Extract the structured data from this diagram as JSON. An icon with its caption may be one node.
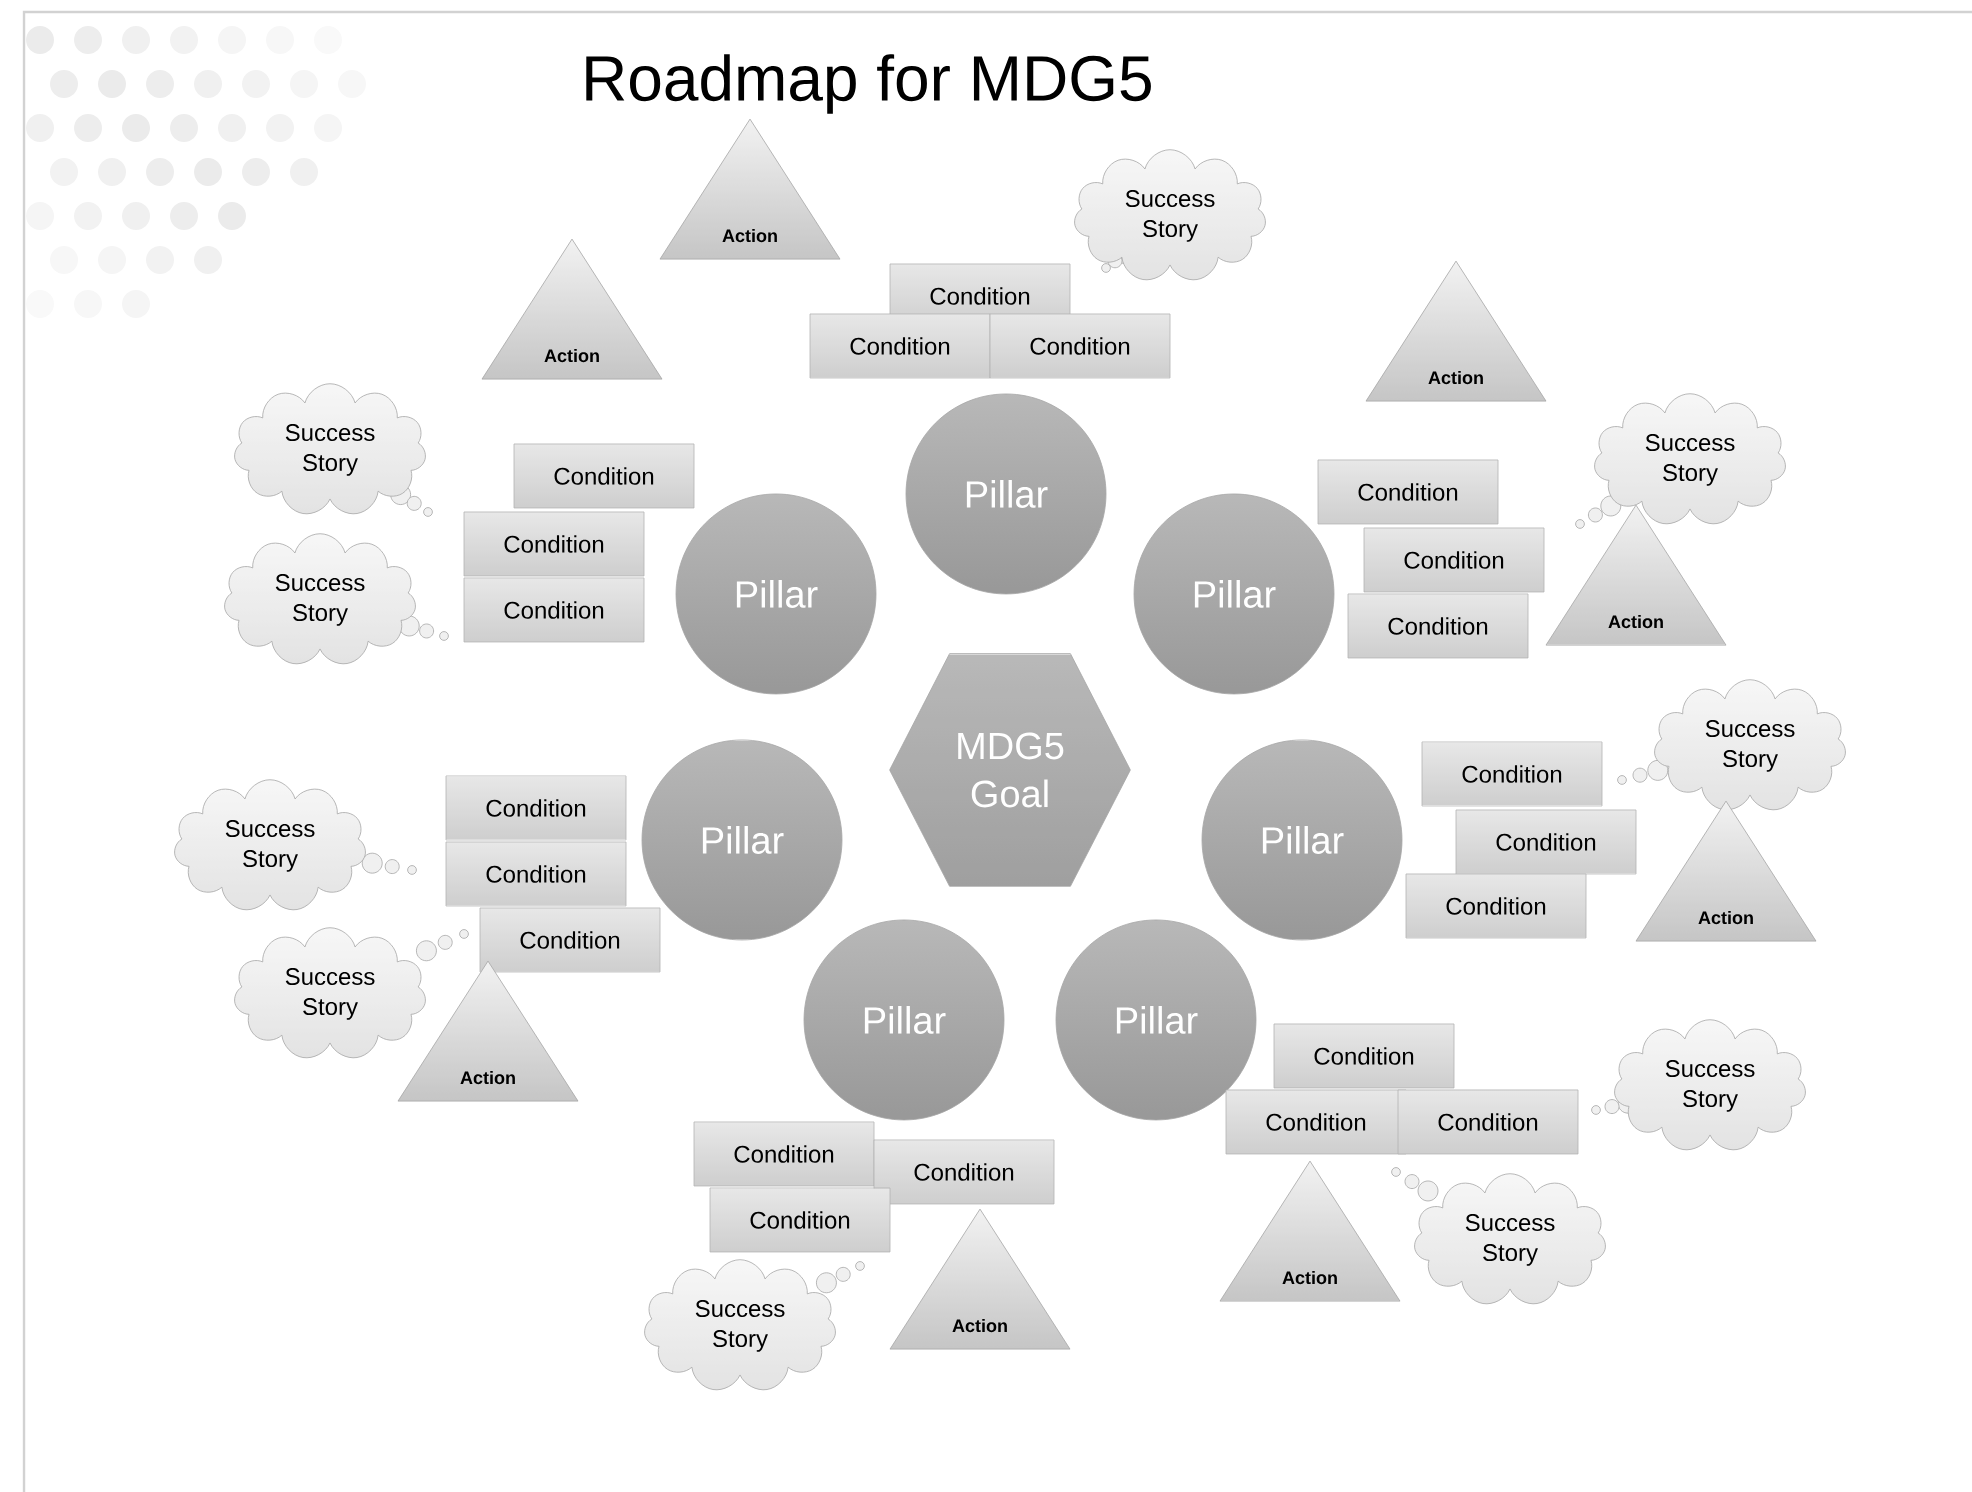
{
  "diagram": {
    "title": "Roadmap for MDG5",
    "nodes": [
      {
        "text": [
          "Action"
        ]
      },
      {
        "text": [
          "Success Story"
        ]
      },
      {
        "text": [
          "Condition"
        ]
      },
      {
        "text": [
          "Condition"
        ]
      },
      {
        "text": [
          "Condition"
        ]
      },
      {
        "text": [
          "Action"
        ]
      },
      {
        "text": [
          "Action"
        ]
      },
      {
        "text": [
          "Pillar"
        ]
      },
      {
        "text": [
          "Success Story"
        ]
      },
      {
        "text": [
          "Condition"
        ]
      },
      {
        "text": [
          "Success Story"
        ]
      },
      {
        "text": [
          "Condition"
        ]
      },
      {
        "text": [
          "Condition"
        ]
      },
      {
        "text": [
          "Condition"
        ]
      },
      {
        "text": [
          "Pillar"
        ]
      },
      {
        "text": [
          "Pillar"
        ]
      },
      {
        "text": [
          "Success Story"
        ]
      },
      {
        "text": [
          "Condition"
        ]
      },
      {
        "text": [
          "Action"
        ]
      },
      {
        "text": [
          "Condition"
        ]
      },
      {
        "text": [
          "MDG5 Goal"
        ]
      },
      {
        "text": [
          "Success Story"
        ]
      },
      {
        "text": [
          "Condition"
        ]
      },
      {
        "text": [
          "Condition"
        ]
      },
      {
        "text": [
          "Pillar"
        ]
      },
      {
        "text": [
          "Pillar"
        ]
      },
      {
        "text": [
          "Success Story"
        ]
      },
      {
        "text": [
          "Condition"
        ]
      },
      {
        "text": [
          "Condition"
        ]
      },
      {
        "text": [
          "Condition"
        ]
      },
      {
        "text": [
          "Action"
        ]
      },
      {
        "text": [
          "Condition"
        ]
      },
      {
        "text": [
          "Success Story"
        ]
      },
      {
        "text": [
          "Pillar"
        ]
      },
      {
        "text": [
          "Pillar"
        ]
      },
      {
        "text": [
          "Condition"
        ]
      },
      {
        "text": [
          "Success Story"
        ]
      },
      {
        "text": [
          "Condition"
        ]
      },
      {
        "text": [
          "Condition"
        ]
      },
      {
        "text": [
          "Action"
        ]
      },
      {
        "text": [
          "Condition"
        ]
      },
      {
        "text": [
          "Condition"
        ]
      },
      {
        "text": [
          "Success Story"
        ]
      },
      {
        "text": [
          "Condition"
        ]
      },
      {
        "text": [
          "Action"
        ]
      },
      {
        "text": [
          "Action"
        ]
      },
      {
        "text": [
          "Success Story"
        ]
      }
    ]
  }
}
